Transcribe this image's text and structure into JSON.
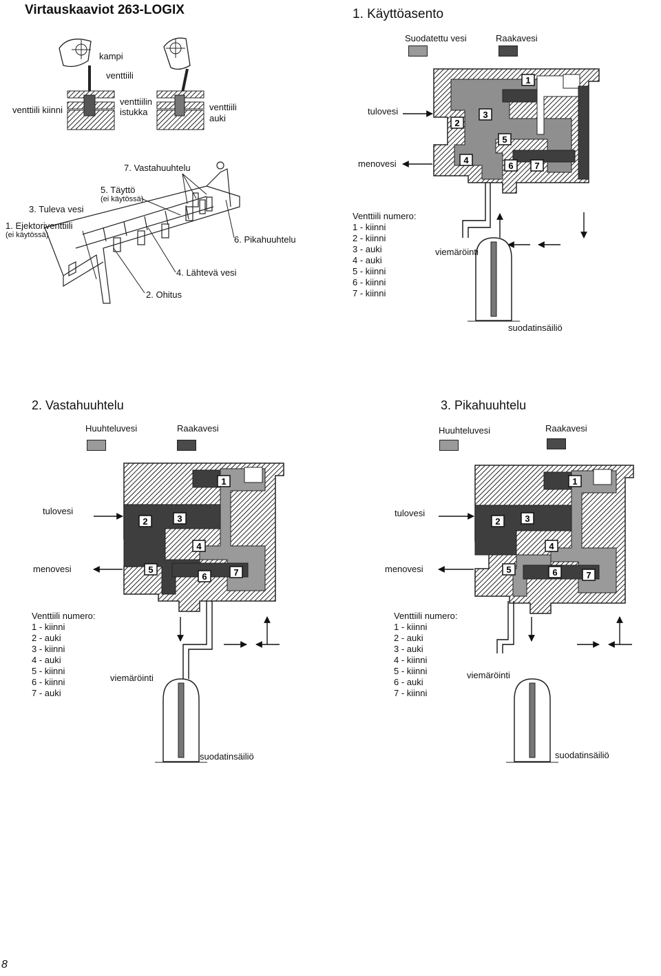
{
  "page_title": "Virtauskaaviot 263-LOGIX",
  "page_number": "8",
  "overview": {
    "valve_labels": {
      "kampi": "kampi",
      "venttiili": "venttiili",
      "closed": "venttiili kiinni",
      "seat": [
        "venttiilin",
        "istukka"
      ],
      "open": [
        "venttiili",
        "auki"
      ]
    },
    "callouts": {
      "c7": "7. Vastahuuhtelu",
      "c5": "5. Täyttö",
      "c5_note": "(ei käytössä)",
      "c3": "3. Tuleva vesi",
      "c1": "1. Ejektoriventtiili",
      "c1_note": "(ei käytössä)",
      "c6": "6. Pikahuuhtelu",
      "c4": "4. Lähtevä vesi",
      "c2": "2. Ohitus"
    }
  },
  "panel1": {
    "title": "1. Käyttöasento",
    "legend": [
      {
        "label": "Suodatettu vesi",
        "color": "#9a9a9a"
      },
      {
        "label": "Raakavesi",
        "color": "#4a4a4a"
      }
    ],
    "inlet": "tulovesi",
    "outlet": "menovesi",
    "drain": "viemäröinti",
    "tank": "suodatinsäiliö",
    "valve_heading": "Venttiili numero:",
    "valves": [
      "1 - kiinni",
      "2 - kiinni",
      "3 - auki",
      "4 - auki",
      "5 - kiinni",
      "6 - kiinni",
      "7 - kiinni"
    ],
    "valve_numbers": [
      "1",
      "2",
      "3",
      "4",
      "5",
      "6",
      "7"
    ]
  },
  "panel2": {
    "title": "2. Vastahuuhtelu",
    "legend": [
      {
        "label": "Huuhteluvesi",
        "color": "#9a9a9a"
      },
      {
        "label": "Raakavesi",
        "color": "#4a4a4a"
      }
    ],
    "inlet": "tulovesi",
    "outlet": "menovesi",
    "drain": "viemäröinti",
    "tank": "suodatinsäiliö",
    "valve_heading": "Venttiili numero:",
    "valves": [
      "1 - kiinni",
      "2 - auki",
      "3 - kiinni",
      "4 - auki",
      "5 - kiinni",
      "6 - kiinni",
      "7 - auki"
    ],
    "valve_numbers": [
      "1",
      "2",
      "3",
      "4",
      "5",
      "6",
      "7"
    ]
  },
  "panel3": {
    "title": "3. Pikahuuhtelu",
    "legend": [
      {
        "label": "Huuhteluvesi",
        "color": "#9a9a9a"
      },
      {
        "label": "Raakavesi",
        "color": "#4a4a4a"
      }
    ],
    "inlet": "tulovesi",
    "outlet": "menovesi",
    "drain": "viemäröinti",
    "tank": "suodatinsäiliö",
    "valve_heading": "Venttiili numero:",
    "valves": [
      "1 - kiinni",
      "2 - auki",
      "3 - auki",
      "4 - kiinni",
      "5 - kiinni",
      "6 - auki",
      "7 - kiinni"
    ],
    "valve_numbers": [
      "1",
      "2",
      "3",
      "4",
      "5",
      "6",
      "7"
    ]
  }
}
